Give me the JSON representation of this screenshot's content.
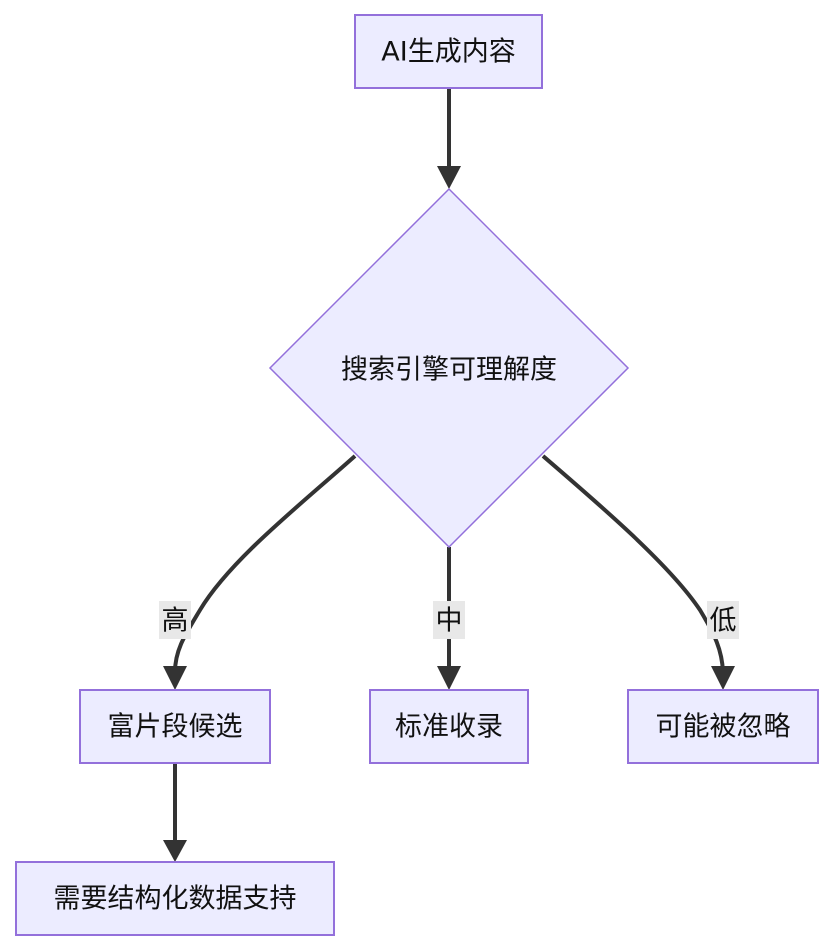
{
  "diagram": {
    "type": "flowchart",
    "direction": "top-down",
    "colors": {
      "node_fill": "#ECECFF",
      "node_stroke": "#9370DB",
      "edge": "#333333",
      "edge_label_bg": "#e8e8e8",
      "text": "#111111"
    },
    "nodes": {
      "ai": {
        "label": "AI生成内容",
        "shape": "rect"
      },
      "decision": {
        "label": "搜索引擎可理解度",
        "shape": "diamond"
      },
      "rich": {
        "label": "富片段候选",
        "shape": "rect"
      },
      "standard": {
        "label": "标准收录",
        "shape": "rect"
      },
      "ignored": {
        "label": "可能被忽略",
        "shape": "rect"
      },
      "structured": {
        "label": "需要结构化数据支持",
        "shape": "rect"
      }
    },
    "edges": [
      {
        "from": "ai",
        "to": "decision",
        "label": ""
      },
      {
        "from": "decision",
        "to": "rich",
        "label": "高"
      },
      {
        "from": "decision",
        "to": "standard",
        "label": "中"
      },
      {
        "from": "decision",
        "to": "ignored",
        "label": "低"
      },
      {
        "from": "rich",
        "to": "structured",
        "label": ""
      }
    ],
    "edge_labels": {
      "high": "高",
      "medium": "中",
      "low": "低"
    }
  }
}
